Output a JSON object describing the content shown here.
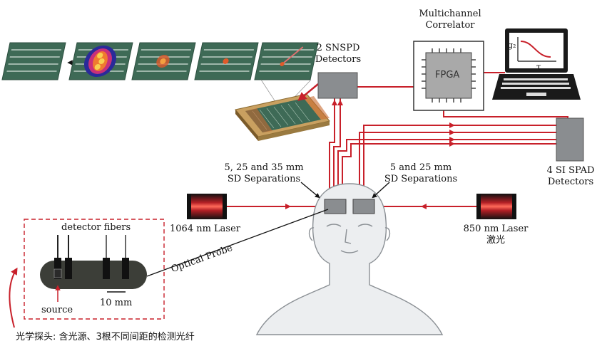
{
  "labels": {
    "correlator_line1": "Multichannel",
    "correlator_line2": "Correlator",
    "fpga": "FPGA",
    "plot_ylabel": "g₂",
    "plot_xlabel": "τ",
    "snspd_line1": "2 SNSPD",
    "snspd_line2": "Detectors",
    "spad_line1": "4 SI SPAD",
    "spad_line2": "Detectors",
    "sep_left_line1": "5, 25 and 35 mm",
    "sep_left_line2": "SD Separations",
    "sep_right_line1": "5 and 25 mm",
    "sep_right_line2": "SD Separations",
    "laser_1064": "1064 nm Laser",
    "laser_850": "850 nm Laser",
    "laser_850_cn": "激光",
    "detector_fibers": "detector fibers",
    "source": "source",
    "scale": "10 mm",
    "optical_probe": "Optical Probe",
    "caption_cn": "光学探头: 含光源、3根不同间距的检测光纤"
  },
  "colors": {
    "fiber_red": "#c8202a",
    "box_gray": "#8a8d90",
    "chip_green": "#3e6a56",
    "laser_dark": "#1c1c1c",
    "dashed_red": "#c8202a"
  }
}
